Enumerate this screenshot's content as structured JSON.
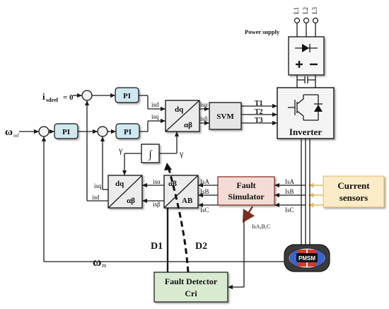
{
  "labels": {
    "power_supply": "Power supply",
    "phase_1": "L1",
    "phase_2": "L2",
    "phase_3": "L3",
    "isdref": "i",
    "isdref_sub": "sdref",
    "isdref_value": "= 0",
    "omega_ref": "ω",
    "omega_ref_sub": "ref",
    "omega_m": "ω",
    "omega_m_sub": "m",
    "pi": "PI",
    "isd": "isd",
    "isq": "isq",
    "dq": "dq",
    "alpha_beta": "αβ",
    "ab": "AB",
    "is_alpha": "isα",
    "is_beta": "isβ",
    "svm": "SVM",
    "t1": "T1",
    "t2": "T2",
    "t3": "T3",
    "inverter": "Inverter",
    "gamma": "γ",
    "integral": "∫",
    "isA": "IsA",
    "isB": "IsB",
    "isC": "IsC",
    "fault_simulator_line1": "Fault",
    "fault_simulator_line2": "Simulator",
    "current_sensors_line1": "Current",
    "current_sensors_line2": "sensors",
    "isabc": "IsA,B,C",
    "d1": "D1",
    "d2": "D2",
    "fault_detector_line1": "Fault Detector",
    "fault_detector_line2": "Cri",
    "pmsm": "PMSM"
  },
  "colors": {
    "pi_fill": "#cfe8ef",
    "transform_fill": "#ececec",
    "svm_fill": "#e6e6e6",
    "fault_simulator_fill": "#f3dcd6",
    "fault_simulator_border": "#9a4a3c",
    "current_sensors_fill": "#fbebc6",
    "current_sensors_arrow": "#e9b95a",
    "fault_detector_fill": "#d8ead0",
    "motor_red": "#d43a2a",
    "motor_blue": "#3a64c8"
  }
}
